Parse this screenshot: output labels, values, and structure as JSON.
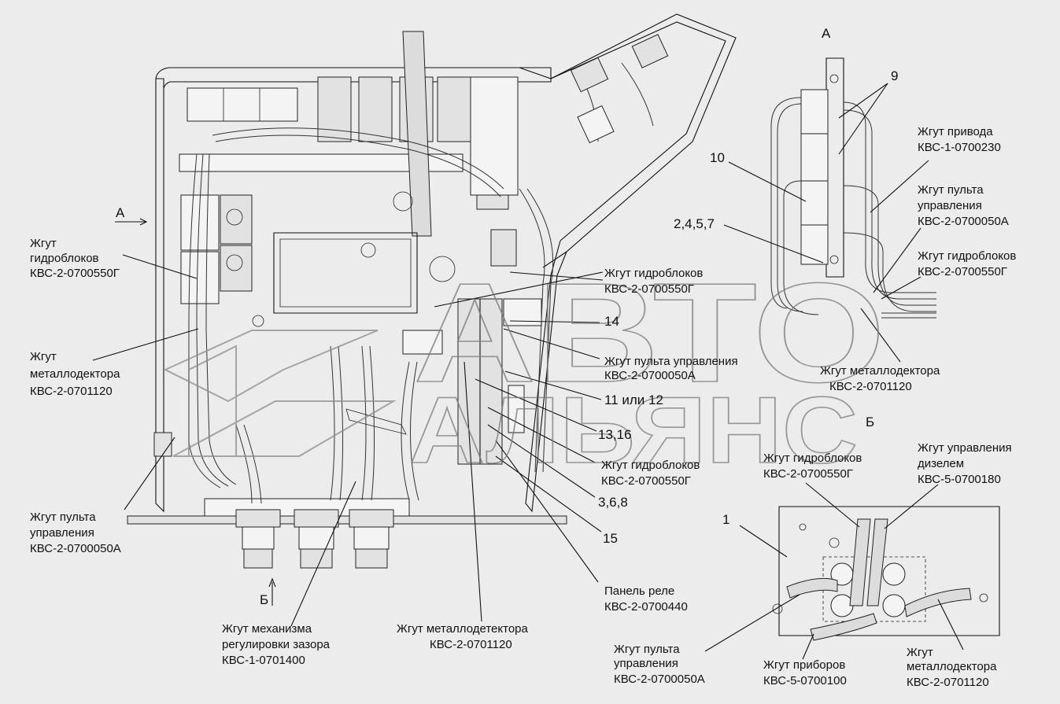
{
  "watermark": {
    "line1": "АВТО",
    "line2": "АЛЬЯНС"
  },
  "view_markers": {
    "a_side": "А",
    "a_top": "А",
    "b_bottom": "Б",
    "b_right": "Б"
  },
  "callouts": {
    "hydro_left": [
      "Жгут",
      "гидроблоков",
      "КВС-2-0700550Г"
    ],
    "metal_left": [
      "Жгут",
      "металлодектора",
      "КВС-2-0701120"
    ],
    "console_left": [
      "Жгут пульта",
      "управления",
      "КВС-2-0700050А"
    ],
    "gap_mech": [
      "Жгут механизма",
      "регулировки зазора",
      "КВС-1-0701400"
    ],
    "metal_bottom": [
      "Жгут металлодетектора",
      "КВС-2-0701120"
    ],
    "relay_panel": [
      "Панель реле",
      "КВС-2-0700440"
    ],
    "hydro_mid1": [
      "Жгут гидроблоков",
      "КВС-2-0700550Г"
    ],
    "console_mid": [
      "Жгут пульта управления",
      "КВС-2-0700050А"
    ],
    "hydro_mid2": [
      "Жгут гидроблоков",
      "КВС-2-0700550Г"
    ],
    "drive_right": [
      "Жгут привода",
      "КВС-1-0700230"
    ],
    "console_right": [
      "Жгут пульта",
      "управления",
      "КВС-2-0700050А"
    ],
    "hydro_right": [
      "Жгут гидроблоков",
      "КВС-2-0700550Г"
    ],
    "metal_right": [
      "Жгут металлодектора",
      "КВС-2-0701120"
    ],
    "hydro_b": [
      "Жгут гидроблоков",
      "КВС-2-0700550Г"
    ],
    "diesel_b": [
      "Жгут управления",
      "дизелем",
      "КВС-5-0700180"
    ],
    "console_b": [
      "Жгут пульта",
      "управления",
      "КВС-2-0700050А"
    ],
    "instruments_b": [
      "Жгут приборов",
      "КВС-5-0700100"
    ],
    "metal_b": [
      "Жгут",
      "металлодектора",
      "КВС-2-0701120"
    ]
  },
  "numbers": {
    "n14": "14",
    "n11_12": "11 или 12",
    "n13_16": "13,16",
    "n3_6_8": "3,6,8",
    "n15": "15",
    "n9": "9",
    "n10": "10",
    "n2_4_5_7": "2,4,5,7",
    "n1": "1"
  }
}
